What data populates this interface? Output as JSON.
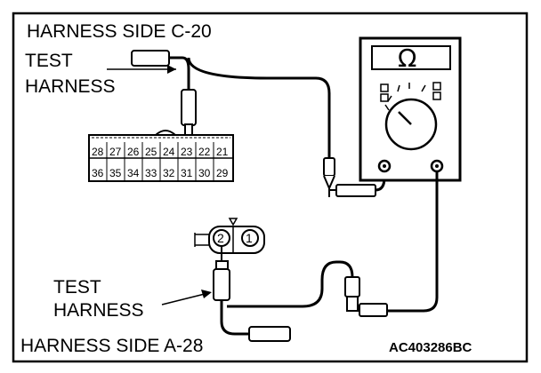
{
  "labels": {
    "top_title": "HARNESS SIDE C-20",
    "test_harness_top_line1": "TEST",
    "test_harness_top_line2": "HARNESS",
    "test_harness_bottom_line1": "TEST",
    "test_harness_bottom_line2": "HARNESS",
    "bottom_title": "HARNESS SIDE A-28",
    "figure_code": "AC403286BC"
  },
  "connector_c20": {
    "top_row": [
      "28",
      "27",
      "26",
      "25",
      "24",
      "23",
      "22",
      "21"
    ],
    "bottom_row": [
      "36",
      "35",
      "34",
      "33",
      "32",
      "31",
      "30",
      "29"
    ]
  },
  "connector_a28": {
    "pins": [
      "2",
      "1"
    ]
  },
  "meter": {
    "display_symbol": "Ω"
  },
  "colors": {
    "line": "#000000",
    "background": "#ffffff"
  }
}
